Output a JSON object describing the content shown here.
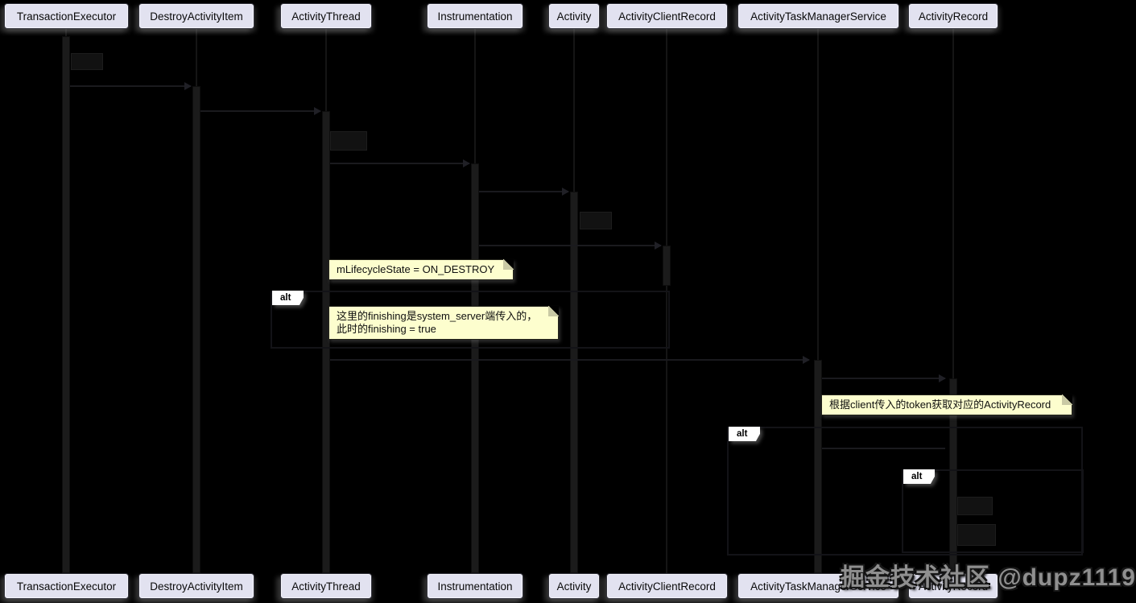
{
  "diagram_type": "uml-sequence-diagram",
  "participants": [
    "TransactionExecutor",
    "DestroyActivityItem",
    "ActivityThread",
    "Instrumentation",
    "Activity",
    "ActivityClientRecord",
    "ActivityTaskManagerService",
    "ActivityRecord"
  ],
  "notes": {
    "lifecycle": "mLifecycleState = ON_DESTROY",
    "finishing_line1": "这里的finishing是system_server端传入的，",
    "finishing_line2": "此时的finishing = true",
    "token": "根据client传入的token获取对应的ActivityRecord"
  },
  "fragments": [
    {
      "label": "alt"
    },
    {
      "label": "alt"
    },
    {
      "label": "alt"
    }
  ],
  "watermark": "掘金技术社区 @dupz1119",
  "colors": {
    "background": "#000000",
    "participant_fill": "#E2E2F0",
    "note_fill": "#FDFECE",
    "fragment_label_fill": "#FFFFFF",
    "line": "#1A1A1E",
    "watermark_text": "#8F8F8F"
  }
}
